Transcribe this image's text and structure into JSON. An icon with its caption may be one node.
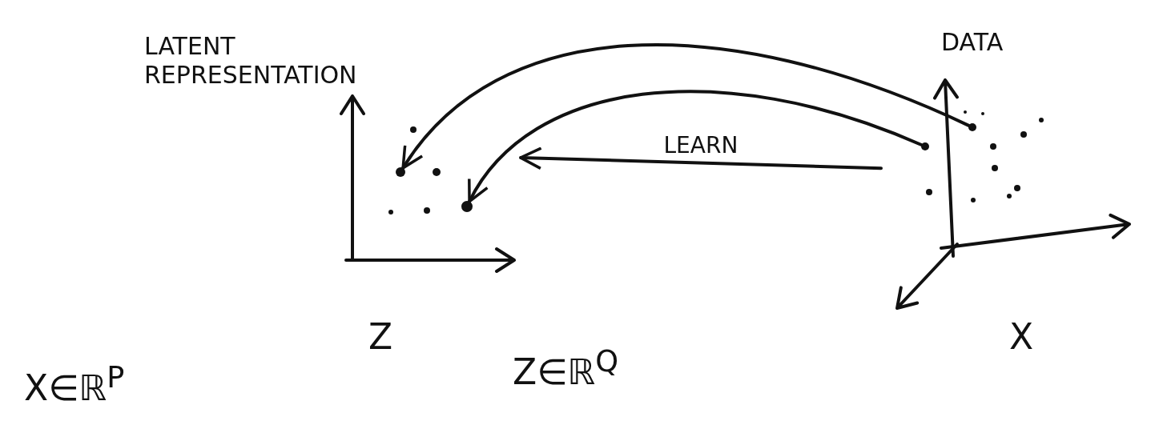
{
  "diagram": {
    "nodes": [
      {
        "text": [
          "LATENT REPRESENTATION"
        ],
        "beside": [
          "Z"
        ]
      },
      {
        "text": [],
        "shape": "circle",
        "in": 0
      },
      {
        "text": [],
        "shape": "circle",
        "in": 0
      },
      {
        "text": [
          "DATA"
        ],
        "beside": [
          "X"
        ]
      },
      {
        "text": [],
        "shape": "circle",
        "in": 3
      },
      {
        "text": [],
        "shape": "circle",
        "in": 3
      }
    ],
    "edges": [
      {
        "from": 4,
        "to": 1,
        "arrow": "to"
      },
      {
        "from": 5,
        "to": 2,
        "arrow": "to"
      },
      {
        "from": 3,
        "to": 0,
        "arrow": "to",
        "label": "LEARN"
      }
    ],
    "labels": [
      "X∈ℝ$^{P}$",
      "Z∈ℝ$^{Q}$"
    ]
  }
}
